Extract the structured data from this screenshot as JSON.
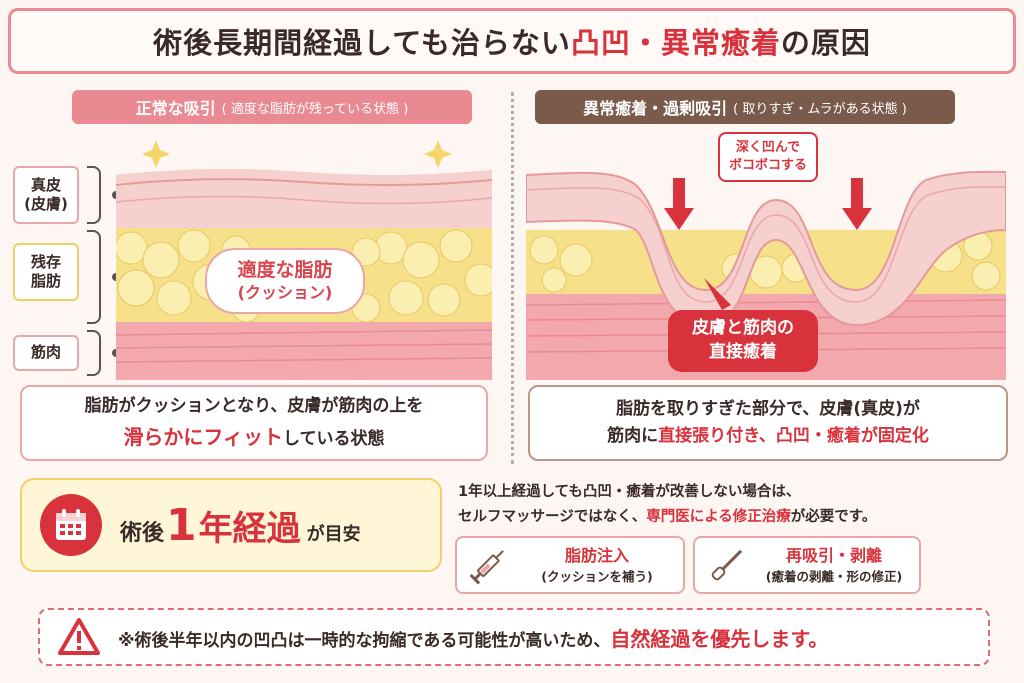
{
  "title": {
    "main": "術後長期間経過しても治らない",
    "highlight": "凸凹・異常癒着",
    "suffix": "の原因"
  },
  "left_panel": {
    "label": "正常な吸引",
    "label_note": "( 適度な脂肪が残っている状態 )",
    "tags": {
      "dermis": "真皮\n(皮膚)",
      "fat": "残存\n脂肪",
      "muscle": "筋肉"
    },
    "bubble_main": "適度な脂肪",
    "bubble_sub": "(クッション)",
    "desc_line1": "脂肪がクッションとなり、皮膚が筋肉の上を",
    "desc_hl": "滑らかにフィット",
    "desc_line2_rest": "している状態"
  },
  "right_panel": {
    "label": "異常癒着・過剰吸引",
    "label_note": "( 取りすぎ・ムラがある状態 )",
    "dent_line1": "深く凹んで",
    "dent_line2": "ボコボコする",
    "adhesion_line1": "皮膚と筋肉の",
    "adhesion_line2": "直接癒着",
    "desc_line1": "脂肪を取りすぎた部分で、皮膚(真皮)が",
    "desc_pre": "筋肉に",
    "desc_hl": "直接張り付き、凸凹・癒着が固定化"
  },
  "guideline": {
    "pre": "術後",
    "number": "1",
    "unit": "年経過",
    "post": "が目安"
  },
  "advice": {
    "line1": "1年以上経過しても凸凹・癒着が改善しない場合は、",
    "line2_pre": "セルフマッサージではなく、",
    "line2_hl": "専門医による修正治療",
    "line2_post": "が必要です。"
  },
  "treatments": [
    {
      "name": "脂肪注入",
      "sub": "(クッションを補う)",
      "icon": "syringe-icon"
    },
    {
      "name": "再吸引・剥離",
      "sub": "(癒着の剥離・形の修正)",
      "icon": "cannula-icon"
    }
  ],
  "warning": {
    "pre": "※術後半年以内の凹凸は一時的な拘縮である可能性が高いため、",
    "hl": "自然経過を優先します。"
  },
  "colors": {
    "accent_red": "#d8323c",
    "pink": "#e98a93",
    "brown": "#7a5a4a",
    "fat_yellow": "#f6e08a"
  }
}
